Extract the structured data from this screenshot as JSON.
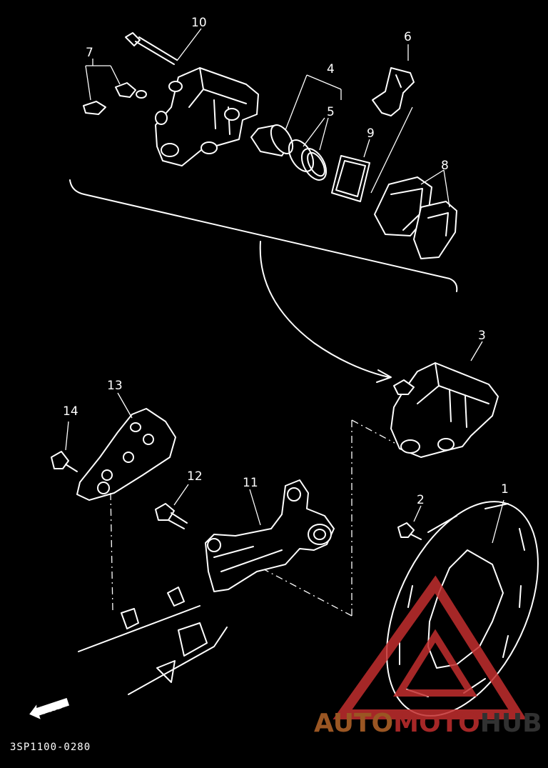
{
  "labels": {
    "p1": "1",
    "p2": "2",
    "p3": "3",
    "p4": "4",
    "p5": "5",
    "p6": "6",
    "p7": "7",
    "p8": "8",
    "p9": "9",
    "p10": "10",
    "p11": "11",
    "p12": "12",
    "p13": "13",
    "p14": "14"
  },
  "direction_marker": "FWD",
  "diagram_code": "3SP1100-0280",
  "watermark": {
    "part1": "AUTO",
    "part2": "MOTO",
    "part3": "HUB",
    "colors": {
      "auto": "#b5652a",
      "moto": "#c22e2e",
      "hub": "#3a3a3a",
      "triangle": "#c22e2e"
    }
  }
}
